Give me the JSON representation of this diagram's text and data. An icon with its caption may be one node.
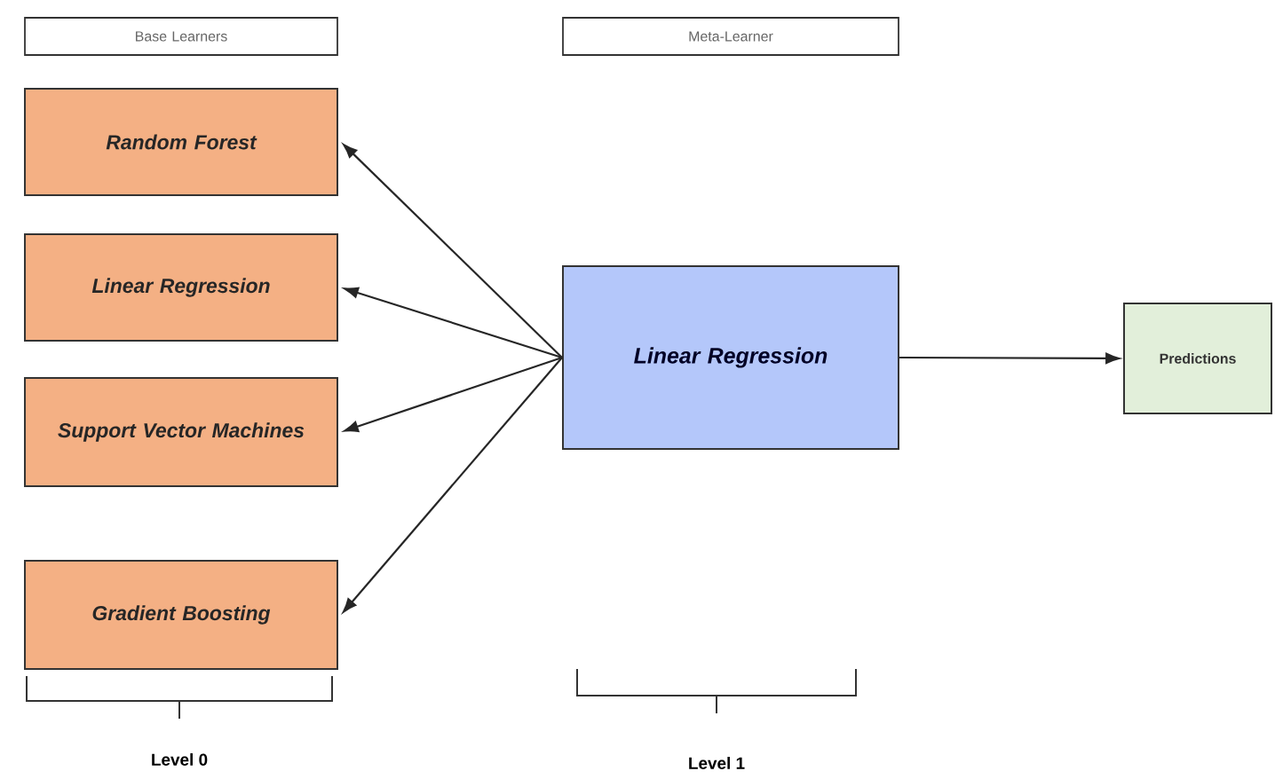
{
  "diagram": {
    "nodes": [
      {
        "text": [
          "Base Learners"
        ]
      },
      {
        "text": [
          "Random Forest"
        ]
      },
      {
        "text": [
          "Linear Regression"
        ]
      },
      {
        "text": [
          "Support Vector Machines"
        ]
      },
      {
        "text": [
          "Gradient Boosting"
        ]
      },
      {
        "text": [
          "Meta-Learner"
        ]
      },
      {
        "text": [
          "Linear Regression"
        ]
      },
      {
        "text": [
          "Predictions"
        ]
      }
    ],
    "edges": [
      {
        "from": 6,
        "to": 1,
        "arrow": "to"
      },
      {
        "from": 6,
        "to": 2,
        "arrow": "to"
      },
      {
        "from": 6,
        "to": 3,
        "arrow": "to"
      },
      {
        "from": 6,
        "to": 4,
        "arrow": "to"
      },
      {
        "from": 6,
        "to": 7,
        "arrow": "to"
      }
    ],
    "labels": [
      "Level 0",
      "Level 1"
    ]
  }
}
